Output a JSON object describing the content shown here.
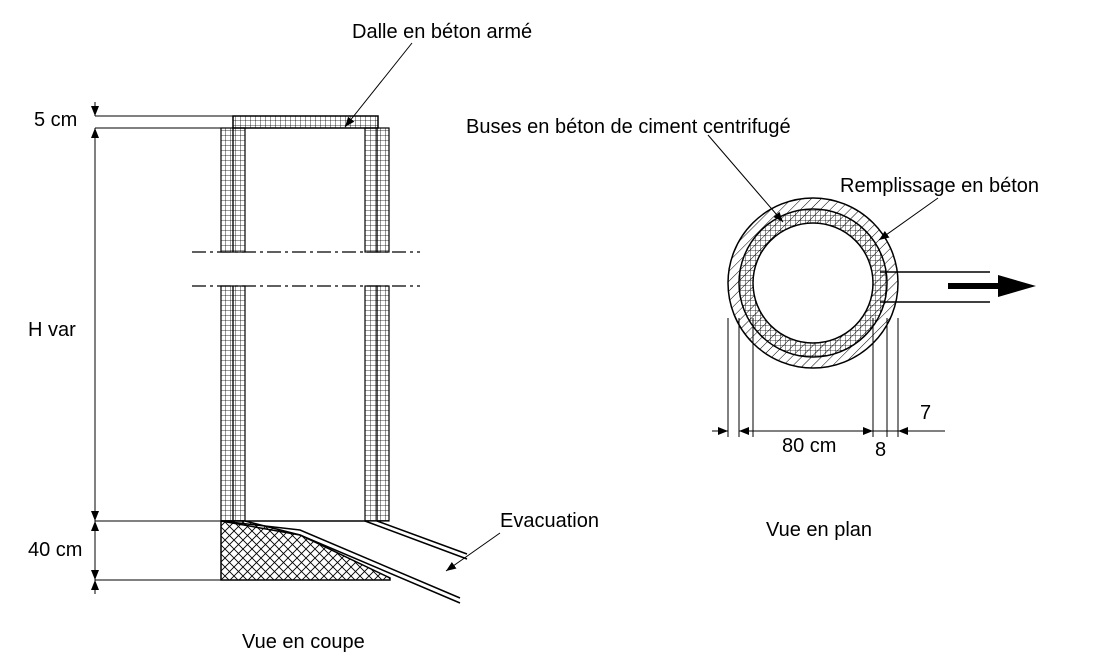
{
  "colors": {
    "ink": "#000000",
    "paper": "#ffffff"
  },
  "section_view": {
    "caption": "Vue en coupe",
    "labels": {
      "slab": "Dalle en béton armé",
      "outlet": "Evacuation"
    },
    "dimensions": {
      "slab_thickness": "5 cm",
      "height": "H var",
      "base": "40 cm"
    }
  },
  "plan_view": {
    "caption": "Vue en plan",
    "labels": {
      "pipes": "Buses en béton de ciment centrifugé",
      "fill": "Remplissage en béton"
    },
    "dimensions": {
      "inner_diameter": "80 cm",
      "ring_a": "8",
      "ring_b": "7"
    }
  }
}
